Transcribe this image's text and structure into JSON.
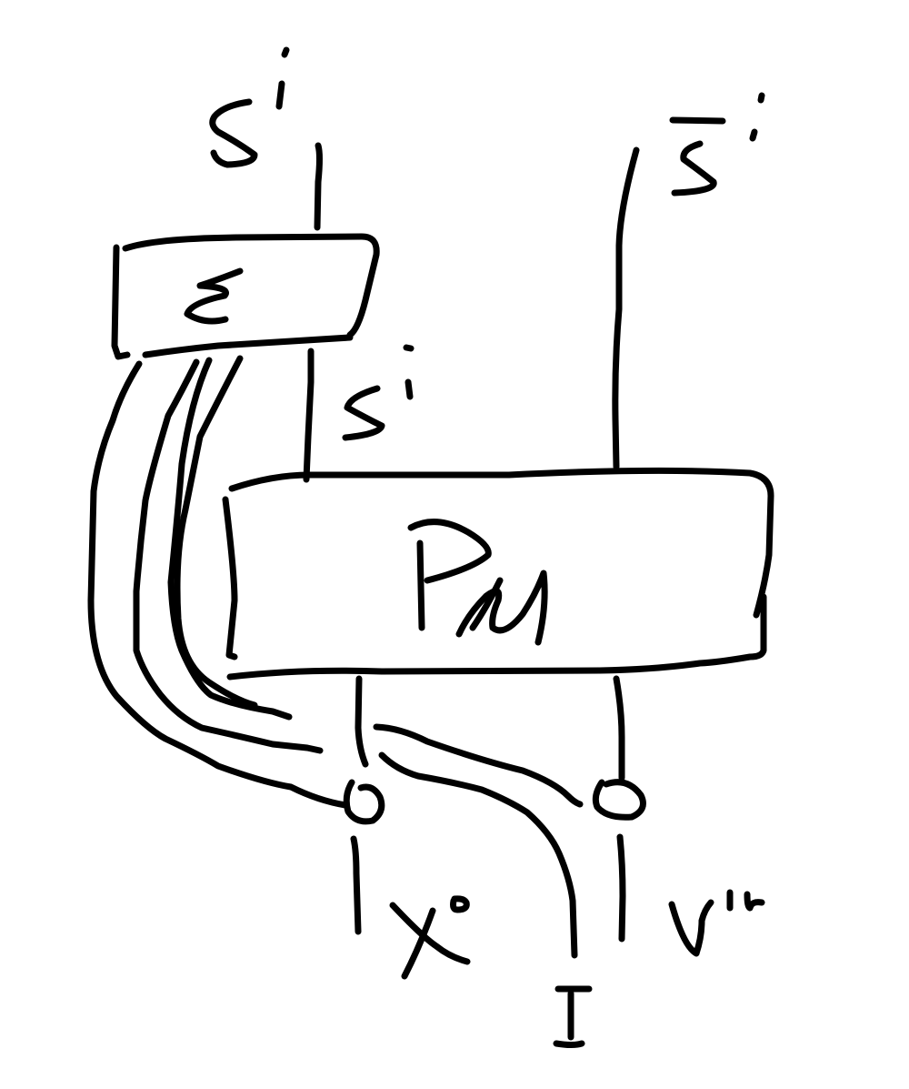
{
  "ink_color": "#000000",
  "background_color": "#ffffff",
  "boxes": {
    "encoder": {
      "label": "ε"
    },
    "model": {
      "label": "PM"
    }
  },
  "labels": {
    "top_state": "s",
    "top_state_sup": "i",
    "top_state_bar": "s",
    "top_state_bar_sup": "i",
    "mid_state": "s",
    "mid_state_sup": "i",
    "out_x": "x",
    "out_x_sup": "o",
    "out_v": "v",
    "out_v_sup": "in",
    "out_I": "I"
  },
  "nodes": [
    {
      "name": "copy-node-left"
    },
    {
      "name": "copy-node-right"
    }
  ]
}
